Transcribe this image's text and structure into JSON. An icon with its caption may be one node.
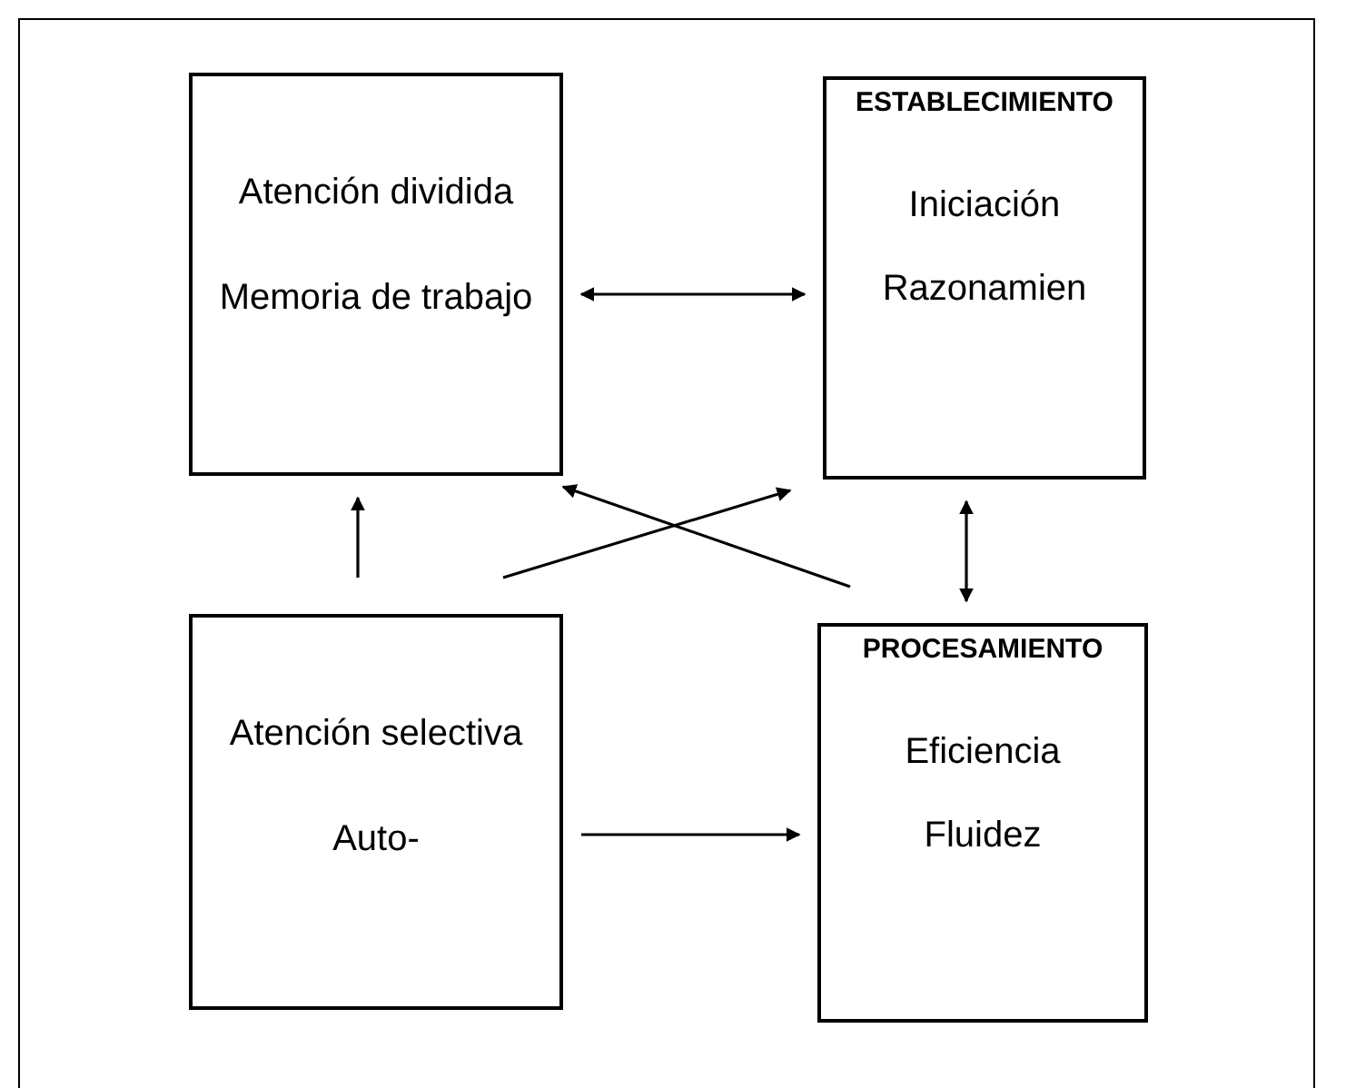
{
  "diagram": {
    "nodes": [
      {
        "text": [
          "Atención dividida",
          "Memoria de trabajo"
        ]
      },
      {
        "text": [
          "ESTABLECIMIENTO",
          "Iniciación",
          "Razonamien"
        ]
      },
      {
        "text": [
          "Atención selectiva",
          "Auto-"
        ]
      },
      {
        "text": [
          "PROCESAMIENTO",
          "Eficiencia",
          "Fluidez"
        ]
      }
    ],
    "edges": [
      {
        "from": 0,
        "to": 1,
        "arrow": "both"
      },
      {
        "from": 2,
        "to": 0,
        "arrow": "to"
      },
      {
        "from": 2,
        "to": 1,
        "arrow": "to"
      },
      {
        "from": 3,
        "to": 0,
        "arrow": "to"
      },
      {
        "from": 1,
        "to": 3,
        "arrow": "both"
      },
      {
        "from": 2,
        "to": 3,
        "arrow": "to"
      }
    ]
  }
}
